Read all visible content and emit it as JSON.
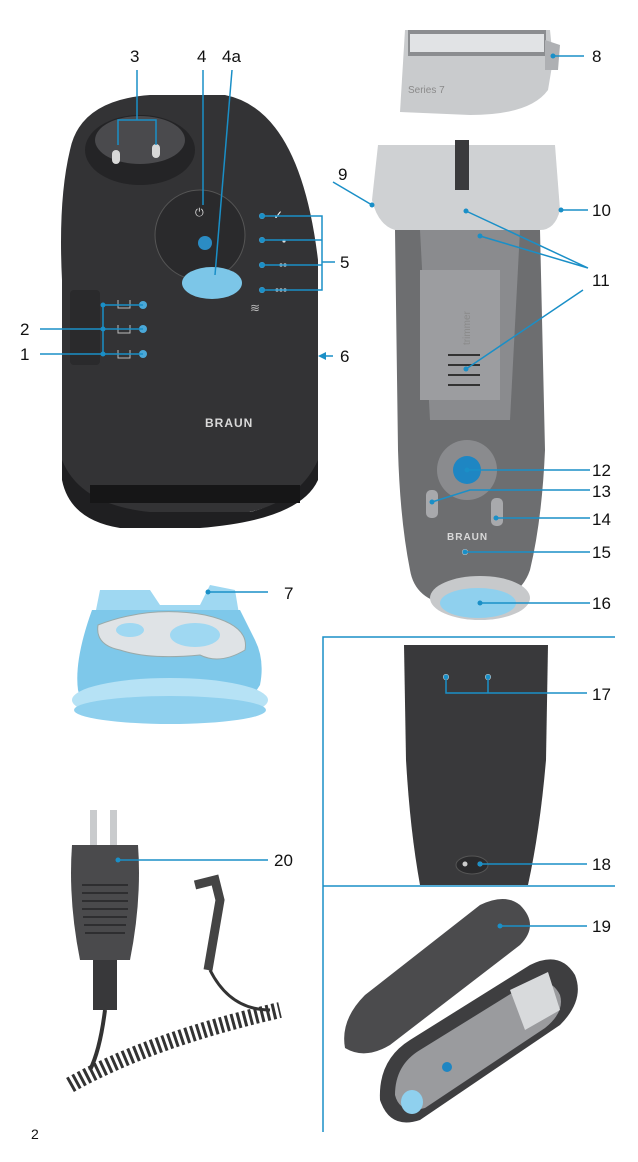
{
  "page_number": "2",
  "brand": "BRAUN",
  "shaver_head_text": "Series 7",
  "trimmer_text": "trimmer",
  "callouts": {
    "c1": "1",
    "c2": "2",
    "c3": "3",
    "c4": "4",
    "c4a": "4a",
    "c5": "5",
    "c6": "6",
    "c7": "7",
    "c8": "8",
    "c9": "9",
    "c10": "10",
    "c11": "11",
    "c12": "12",
    "c13": "13",
    "c14": "14",
    "c15": "15",
    "c16": "16",
    "c17": "17",
    "c18": "18",
    "c19": "19",
    "c20": "20"
  },
  "colors": {
    "leader_blue": "#1a8fc7",
    "station_body": "#3a3a3c",
    "cartridge_blue": "#8fd0ee",
    "shaver_grey": "#6d6e70"
  }
}
